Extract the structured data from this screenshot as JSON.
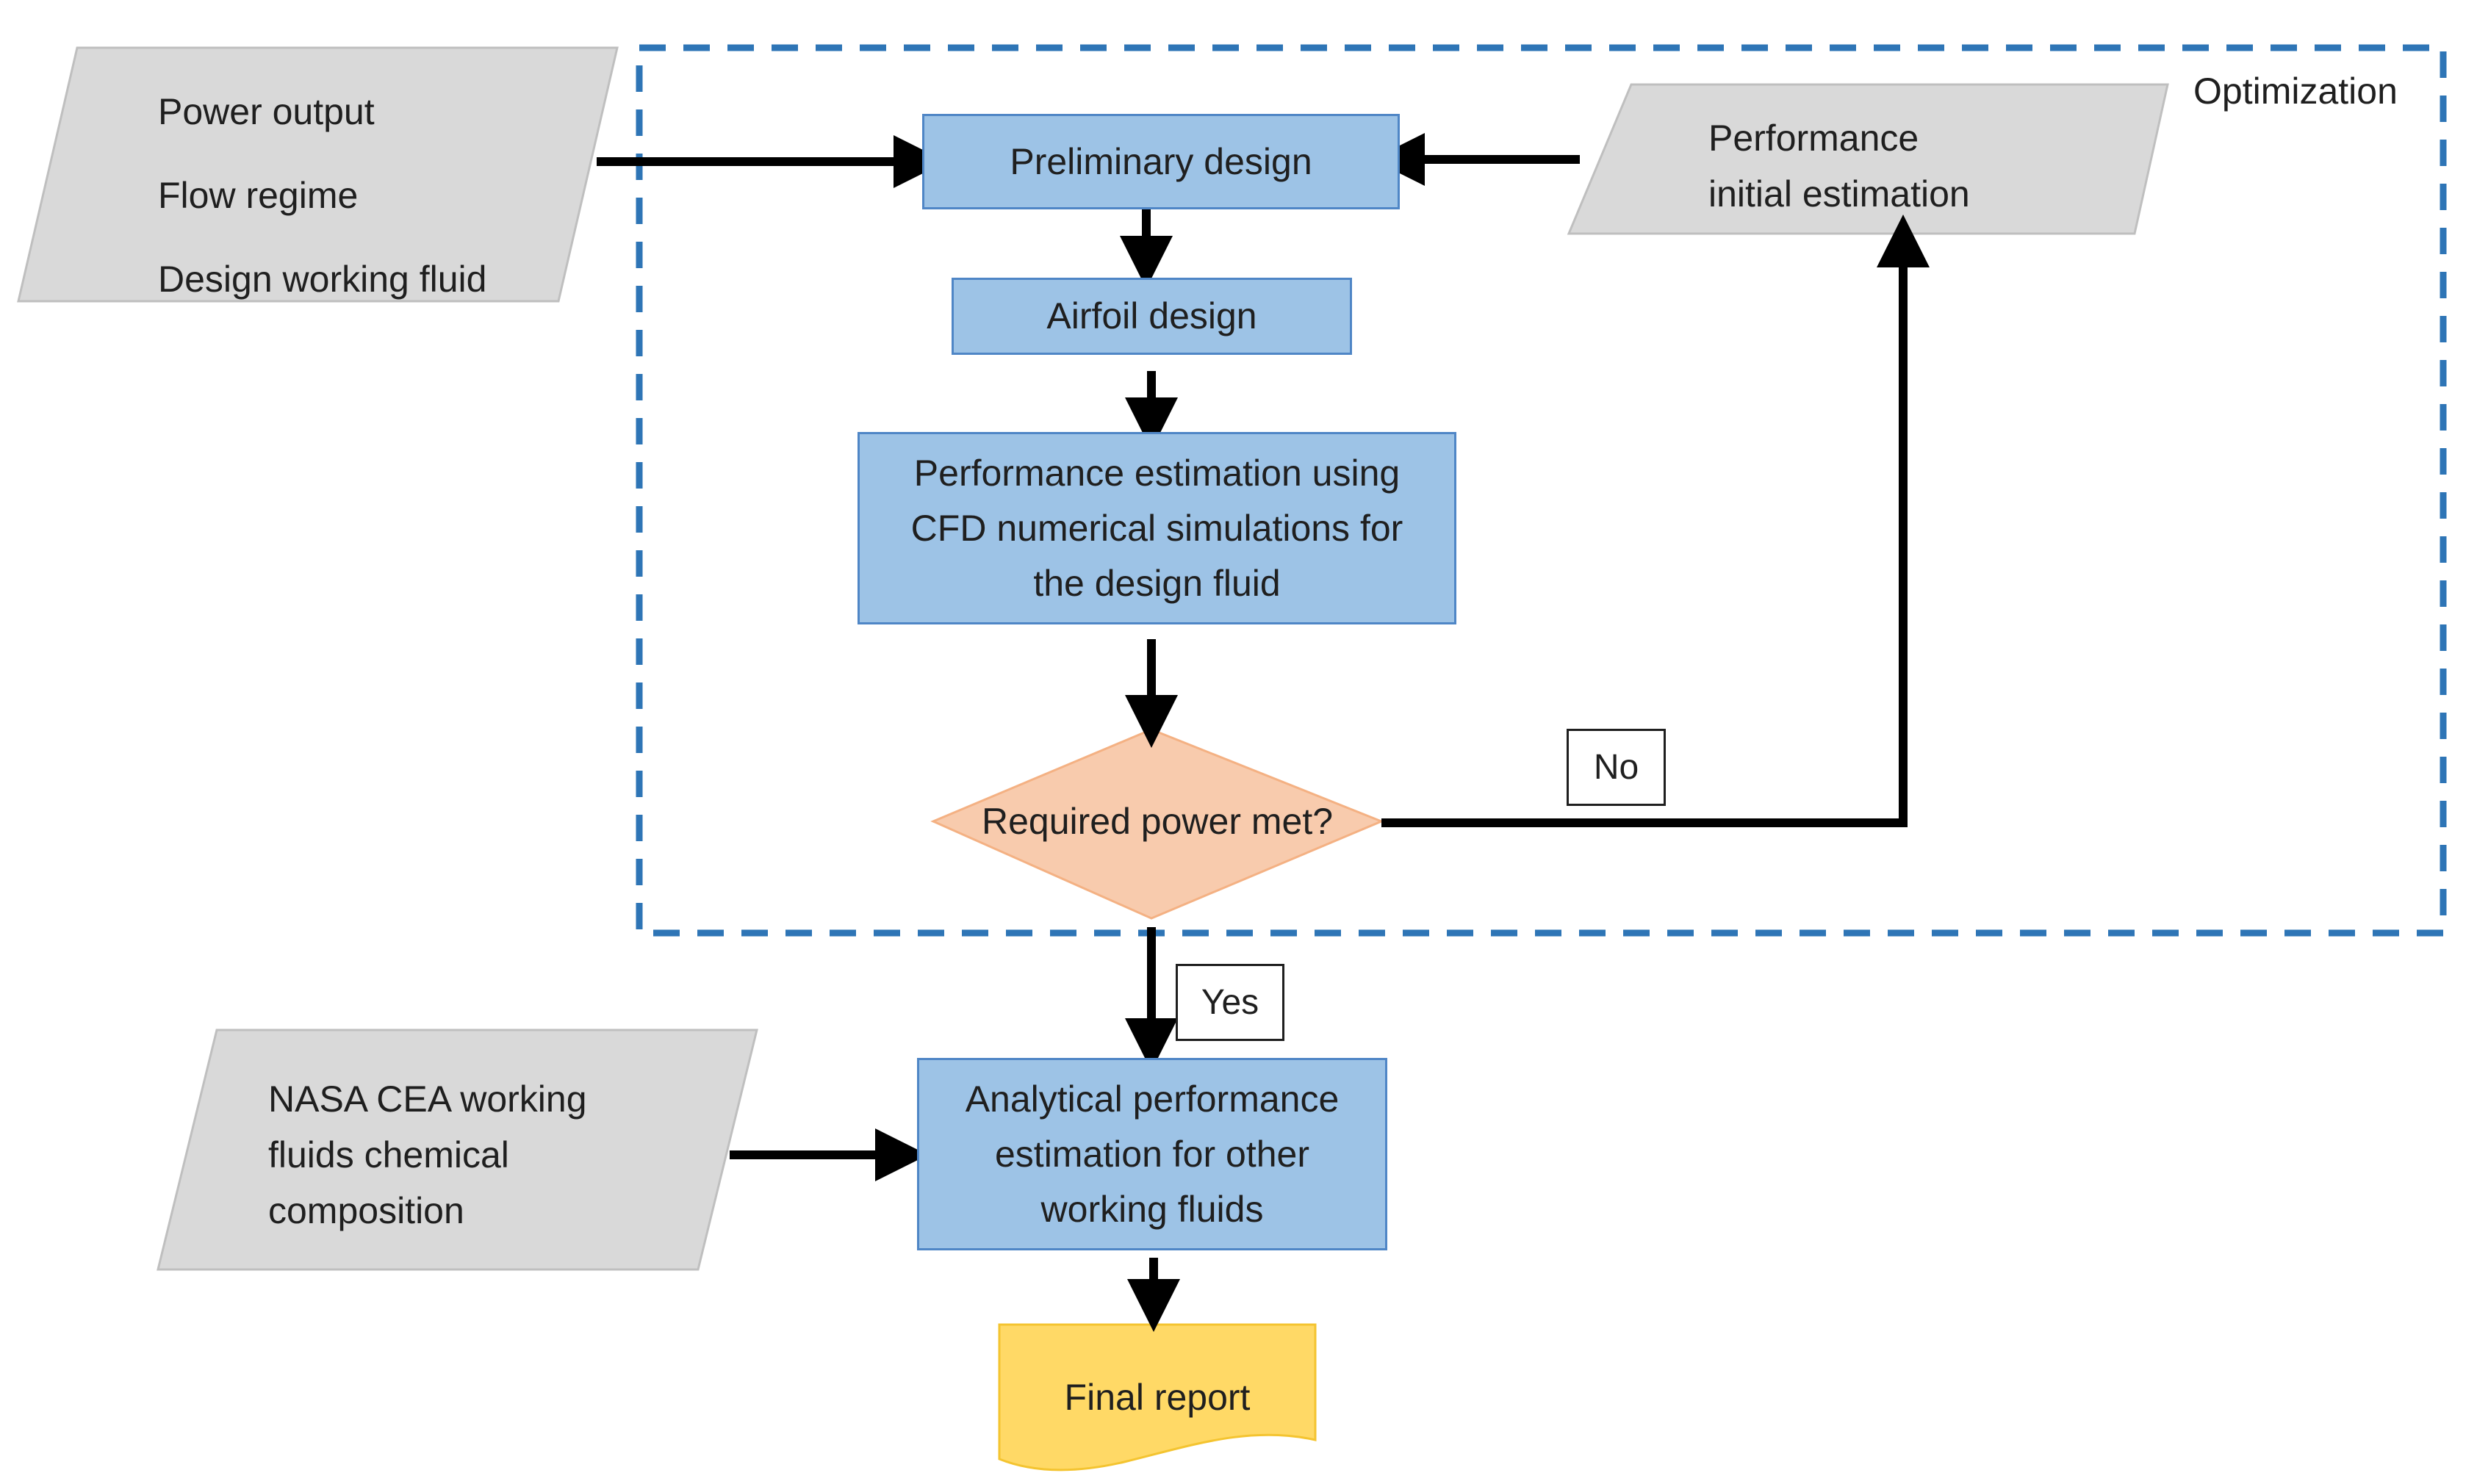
{
  "inputs": {
    "requirements": [
      "Power output",
      "Flow regime",
      "Design working fluid"
    ],
    "performance_estimate": [
      "Performance",
      "initial estimation"
    ],
    "nasa_cea": [
      "NASA CEA working",
      "fluids chemical",
      "composition"
    ]
  },
  "optimization": {
    "label": "Optimization"
  },
  "steps": {
    "preliminary_design": "Preliminary design",
    "airfoil_design": "Airfoil design",
    "cfd_estimation": [
      "Performance estimation using",
      "CFD numerical simulations for",
      "the design fluid"
    ],
    "decision": "Required power met?",
    "analytical_estimation": [
      "Analytical performance",
      "estimation for other",
      "working fluids"
    ],
    "final_report": "Final report"
  },
  "branches": {
    "no": "No",
    "yes": "Yes"
  },
  "colors": {
    "process_fill": "#9dc3e6",
    "process_border": "#4f86c6",
    "io_fill": "#d9d9d9",
    "decision_fill": "#f8cbad",
    "report_fill": "#ffd966",
    "optimization_border": "#2e75b6",
    "arrow": "#000000"
  }
}
